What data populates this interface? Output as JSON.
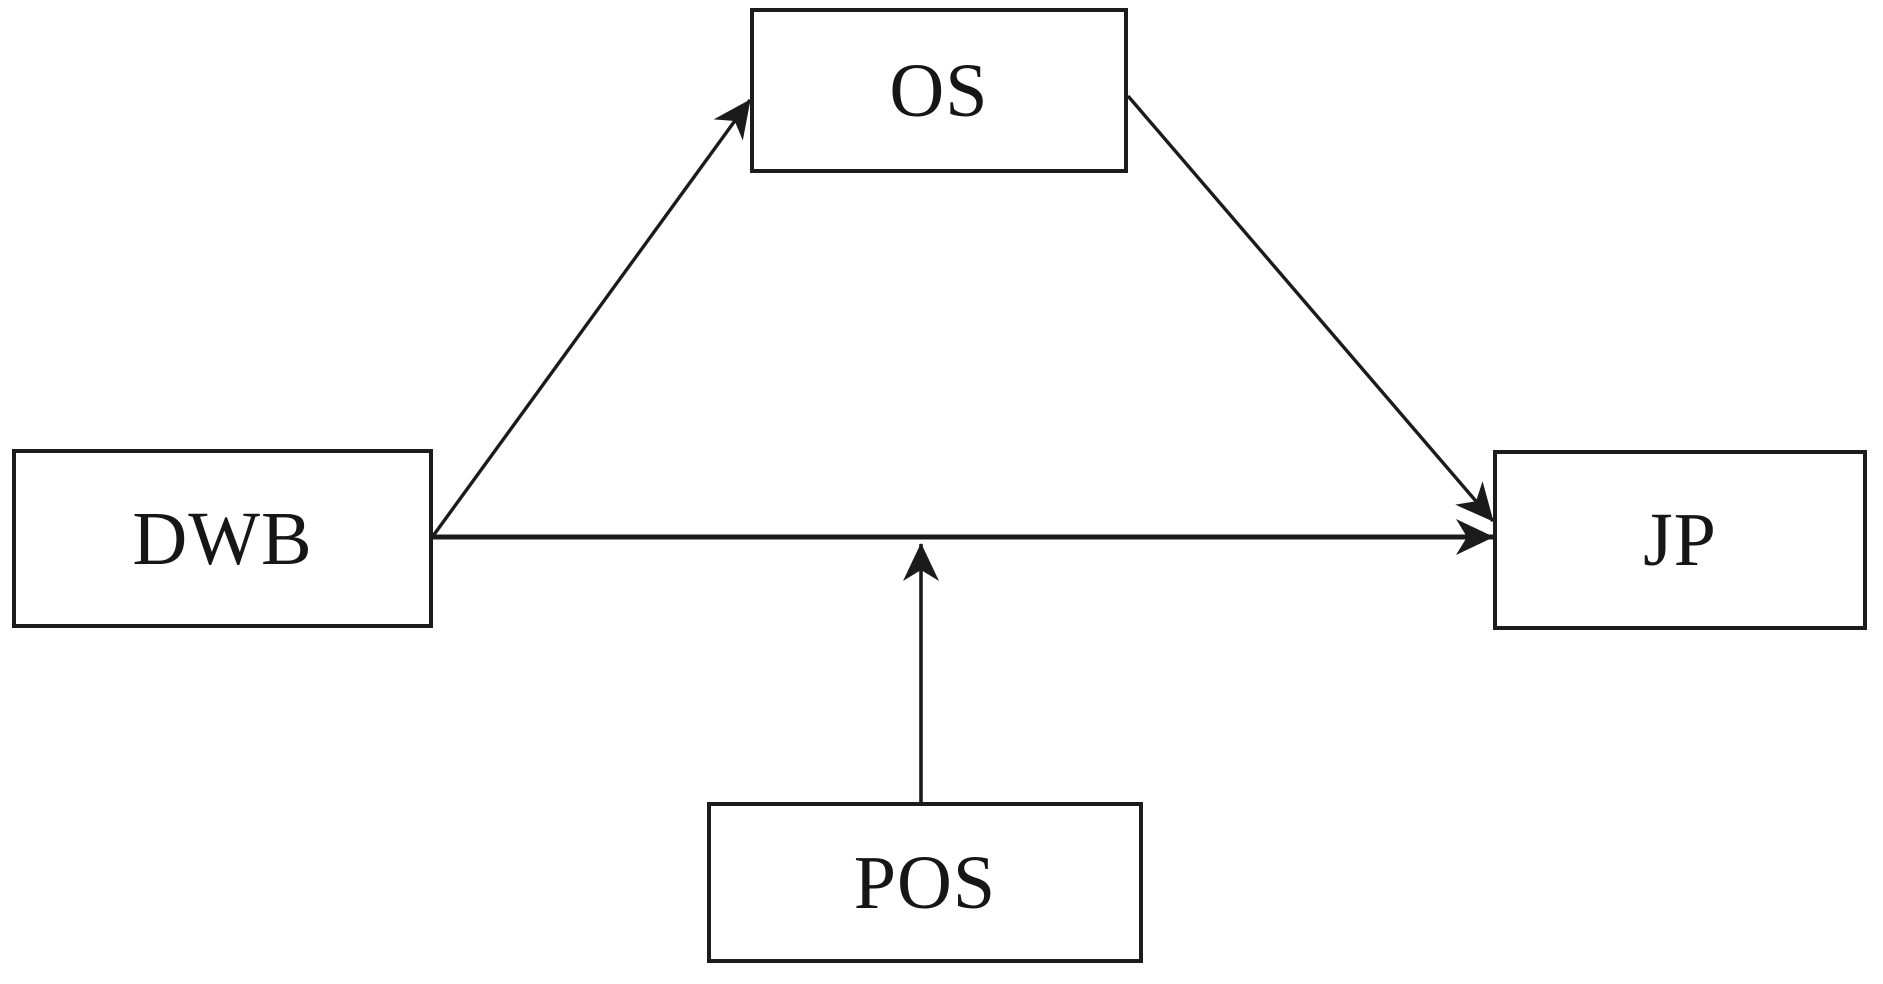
{
  "diagram": {
    "type": "path-model",
    "nodes": {
      "os": {
        "label": "OS"
      },
      "dwb": {
        "label": "DWB"
      },
      "jp": {
        "label": "JP"
      },
      "pos": {
        "label": "POS"
      }
    },
    "edges": [
      {
        "id": "dwb-os",
        "from": "DWB",
        "to": "OS",
        "style": "directed-arrow"
      },
      {
        "id": "os-jp",
        "from": "OS",
        "to": "JP",
        "style": "directed-arrow"
      },
      {
        "id": "dwb-jp",
        "from": "DWB",
        "to": "JP",
        "style": "directed-arrow"
      },
      {
        "id": "pos-path",
        "from": "POS",
        "to": "DWB-JP path",
        "style": "directed-arrow"
      }
    ],
    "colors": {
      "line": "#1b1b1b",
      "box_border": "#1c1c1c",
      "box_fill": "#ffffff",
      "text": "#161616",
      "background": "#ffffff"
    }
  }
}
